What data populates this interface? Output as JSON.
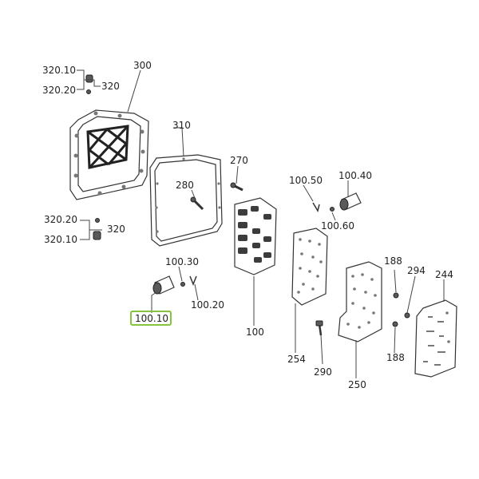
{
  "labels": {
    "l320_10a": "320.10",
    "l320_20a": "320.20",
    "l320a": "320",
    "l300": "300",
    "l310": "310",
    "l270": "270",
    "l280": "280",
    "l320_20b": "320.20",
    "l320b": "320",
    "l320_10b": "320.10",
    "l100_30": "100.30",
    "l100_20": "100.20",
    "l100_10": "100.10",
    "l100": "100",
    "l100_50": "100.50",
    "l100_40": "100.40",
    "l100_60": "100.60",
    "l188a": "188",
    "l294": "294",
    "l244": "244",
    "l254": "254",
    "l290": "290",
    "l250": "250",
    "l188b": "188"
  },
  "colors": {
    "highlight": "#86c440",
    "line": "#444444"
  }
}
